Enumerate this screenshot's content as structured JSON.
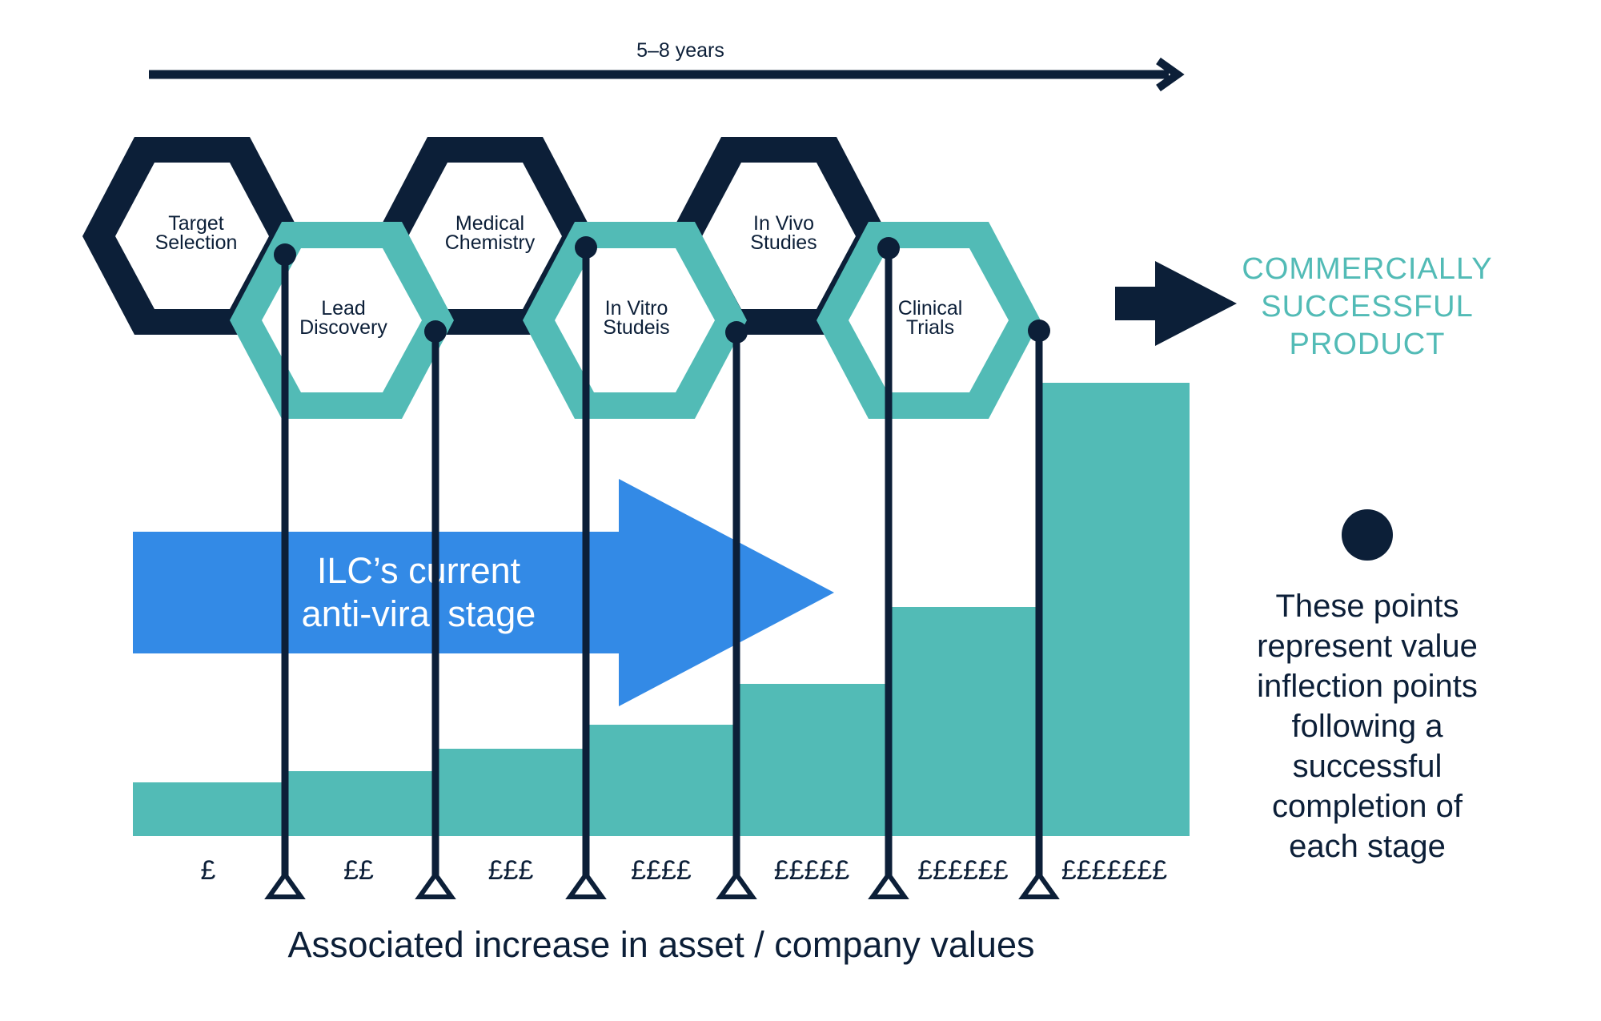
{
  "timeline": {
    "duration_label": "5–8 years"
  },
  "stages": [
    {
      "label_line1": "Target",
      "label_line2": "Selection",
      "style": "navy"
    },
    {
      "label_line1": "Lead",
      "label_line2": "Discovery",
      "style": "teal"
    },
    {
      "label_line1": "Medical",
      "label_line2": "Chemistry",
      "style": "navy"
    },
    {
      "label_line1": "In Vitro",
      "label_line2": "Studeis",
      "style": "teal"
    },
    {
      "label_line1": "In Vivo",
      "label_line2": "Studies",
      "style": "navy"
    },
    {
      "label_line1": "Clinical",
      "label_line2": "Trials",
      "style": "teal"
    }
  ],
  "current_stage_arrow": {
    "line1": "ILC’s current",
    "line2": "anti-viral stage"
  },
  "value_steps": {
    "labels": [
      "£",
      "££",
      "£££",
      "££££",
      "£££££",
      "££££££",
      "£££££££"
    ],
    "relative_values": [
      1,
      2,
      3,
      4,
      5,
      6,
      7
    ]
  },
  "bottom_caption": "Associated increase in asset / company values",
  "outcome": {
    "line1": "COMMERCIALLY",
    "line2": "SUCCESSFUL",
    "line3": "PRODUCT"
  },
  "legend": {
    "lines": [
      "These points",
      "represent value",
      "inflection points",
      "following a",
      "successful",
      "completion of",
      "each stage"
    ]
  },
  "colors": {
    "navy": "#0c1f38",
    "teal": "#52bbb6",
    "blue": "#338ae6",
    "white": "#ffffff"
  }
}
